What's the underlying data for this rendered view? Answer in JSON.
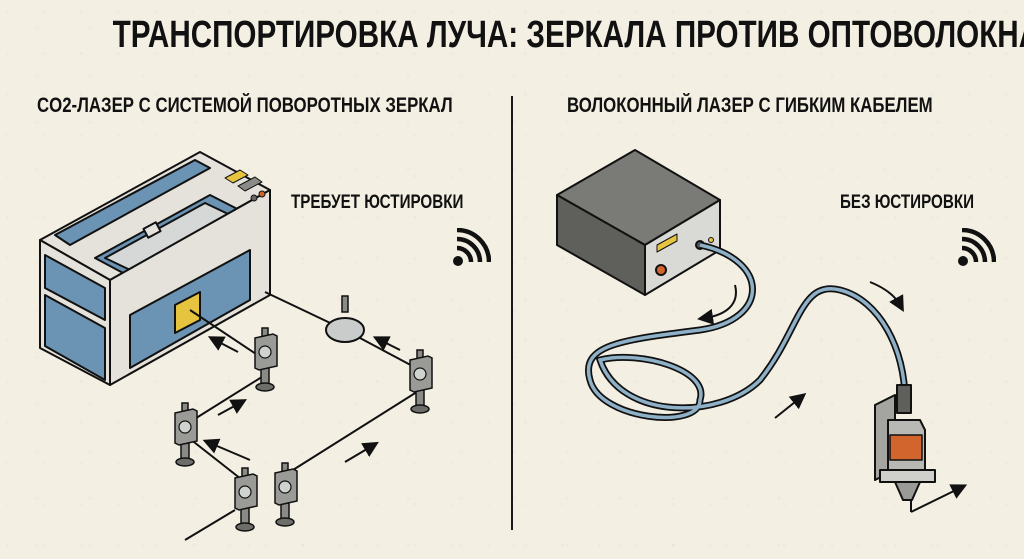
{
  "title": "ТРАНСПОРТИРОВКА ЛУЧА: ЗЕРКАЛА ПРОТИВ ОПТОВОЛОКНА",
  "left_panel": {
    "heading": "CO2-ЛАЗЕР С СИСТЕМОЙ ПОВОРОТНЫХ ЗЕРКАЛ",
    "tag": "ТРЕБУЕТ ЮСТИРОВКИ",
    "tag_icon": "signal-waves-icon",
    "illustration": "co2-laser-machine-with-mirror-path",
    "components": [
      "co2-laser-cutter",
      "beam-entry-plate",
      "focusing-lens",
      "mirror-mount-1",
      "mirror-mount-2",
      "mirror-mount-3",
      "mirror-mount-4",
      "mirror-mount-5"
    ]
  },
  "right_panel": {
    "heading": "ВОЛОКОННЫЙ ЛАЗЕР С ГИБКИМ КАБЕЛЕМ",
    "tag": "БЕЗ ЮСТИРОВКИ",
    "tag_icon": "signal-waves-icon",
    "illustration": "fiber-laser-source-with-cable-and-head",
    "components": [
      "fiber-laser-source",
      "fiber-cable",
      "laser-head"
    ]
  },
  "colors": {
    "background": "#f3efe3",
    "machine_blue": "#6b93b3",
    "machine_light": "#e4e2da",
    "plate_yellow": "#e6c440",
    "source_gray": "#7a7a76",
    "cable_blue": "#8fb1c8",
    "accent_orange": "#d2642e",
    "ink": "#111111"
  }
}
